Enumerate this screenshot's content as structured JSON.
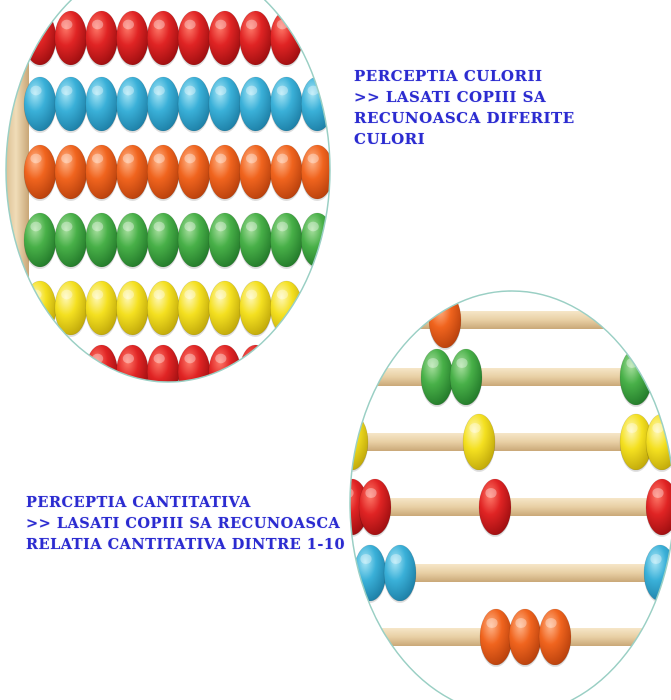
{
  "captions": {
    "colors": {
      "line1": "PERCEPTIA CULORII",
      "line2": ">> LASATI COPIII SA",
      "line3": "RECUNOASCA DIFERITE",
      "line4": "CULORI"
    },
    "quantity": {
      "line1": "PERCEPTIA CANTITATIVA",
      "line2": ">> LASATI COPIII SA RECUNOASCA",
      "line3": "RELATIA CANTITATIVA DINTRE 1-10"
    }
  },
  "colors": {
    "caption_text": "#2b2bd0",
    "wood": "#ead3ae",
    "red": "#d81e1e",
    "blue": "#3ab0d8",
    "orange": "#f0641e",
    "green": "#48b048",
    "yellow": "#f4e020"
  }
}
